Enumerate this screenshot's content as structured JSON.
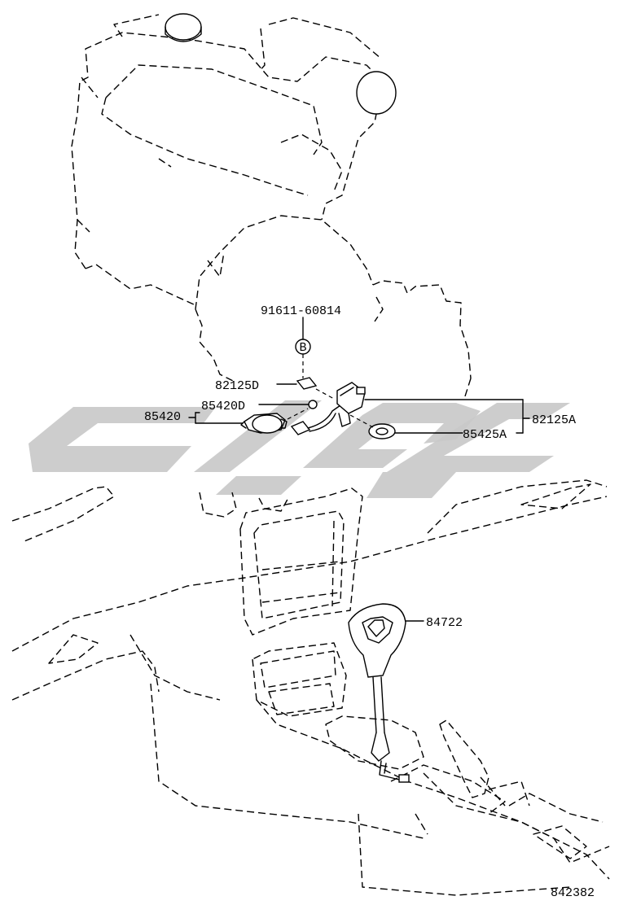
{
  "diagram": {
    "part_labels": {
      "bolt": "91611-60814",
      "bolt_marker": "B",
      "bracket_d": "82125D",
      "connector_d": "85420D",
      "assembly": "85420",
      "harness_a": "82125A",
      "gasket_a": "85425A",
      "shift_knob": "84722"
    },
    "illustration_number": "842382"
  },
  "colors": {
    "line": "#000000",
    "watermark": "#c9c9c9",
    "background": "#ffffff"
  }
}
